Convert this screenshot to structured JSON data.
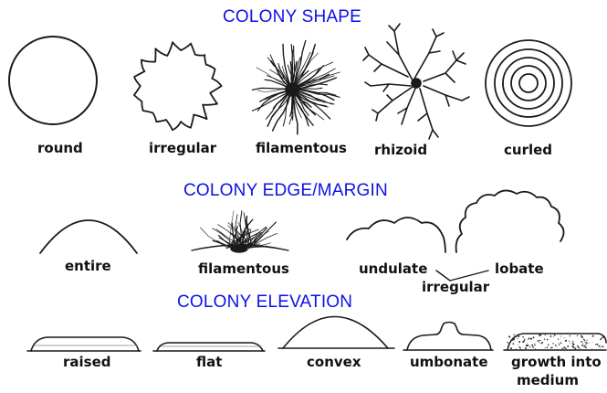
{
  "colors": {
    "heading": "#0b12e6",
    "ink": "#1a1a1a"
  },
  "sections": {
    "shape": {
      "heading": "COLONY SHAPE",
      "labels": {
        "round": "round",
        "irregular": "irregular",
        "filamentous": "filamentous",
        "rhizoid": "rhizoid",
        "curled": "curled"
      }
    },
    "edge": {
      "heading": "COLONY EDGE/MARGIN",
      "labels": {
        "entire": "entire",
        "filamentous": "filamentous",
        "undulate": "undulate",
        "lobate": "lobate",
        "irregular": "irregular"
      }
    },
    "elevation": {
      "heading": "COLONY ELEVATION",
      "labels": {
        "raised": "raised",
        "flat": "flat",
        "convex": "convex",
        "umbonate": "umbonate",
        "growth_line1": "growth into",
        "growth_line2": "medium"
      }
    }
  },
  "icons": {
    "round": "circle-outline-icon",
    "irregular": "irregular-outline-icon",
    "filamentous": "filamentous-colony-icon",
    "rhizoid": "rhizoid-colony-icon",
    "curled": "concentric-rings-icon"
  }
}
